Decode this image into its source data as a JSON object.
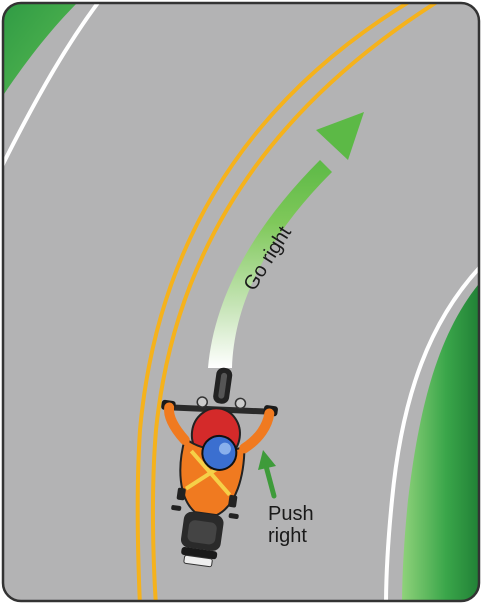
{
  "labels": {
    "arrow": "Go right",
    "push_line1": "Push",
    "push_line2": "right"
  },
  "colors": {
    "road": "#b3b3b4",
    "grass": "#3aa64a",
    "center_line": "#f5b21c",
    "edge_line": "#ffffff",
    "arrow": "#6cc04a",
    "frame": "#333333",
    "rider_vest": "#f07a20",
    "helmet": "#3b6fd0",
    "tank": "#d42a2a"
  }
}
